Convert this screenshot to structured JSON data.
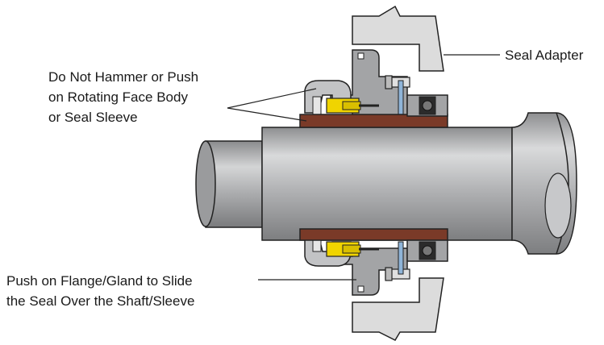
{
  "labels": {
    "seal_adapter": "Seal Adapter",
    "hammer_warning": [
      "Do Not Hammer or Push",
      "on Rotating Face Body",
      "or Seal Sleeve"
    ],
    "push_instruction": [
      "Push on Flange/Gland to Slide",
      "the Seal Over the Shaft/Sleeve"
    ]
  },
  "colors": {
    "shaft": "#a9aaac",
    "shaft_dark": "#7d7e80",
    "shaft_light": "#d9dadb",
    "adapter": "#dcdcdc",
    "gland": "#a3a4a6",
    "sleeve": "#7a3a28",
    "spring": "#f0d400",
    "face": "#8fb4d8",
    "outline": "#222222"
  }
}
